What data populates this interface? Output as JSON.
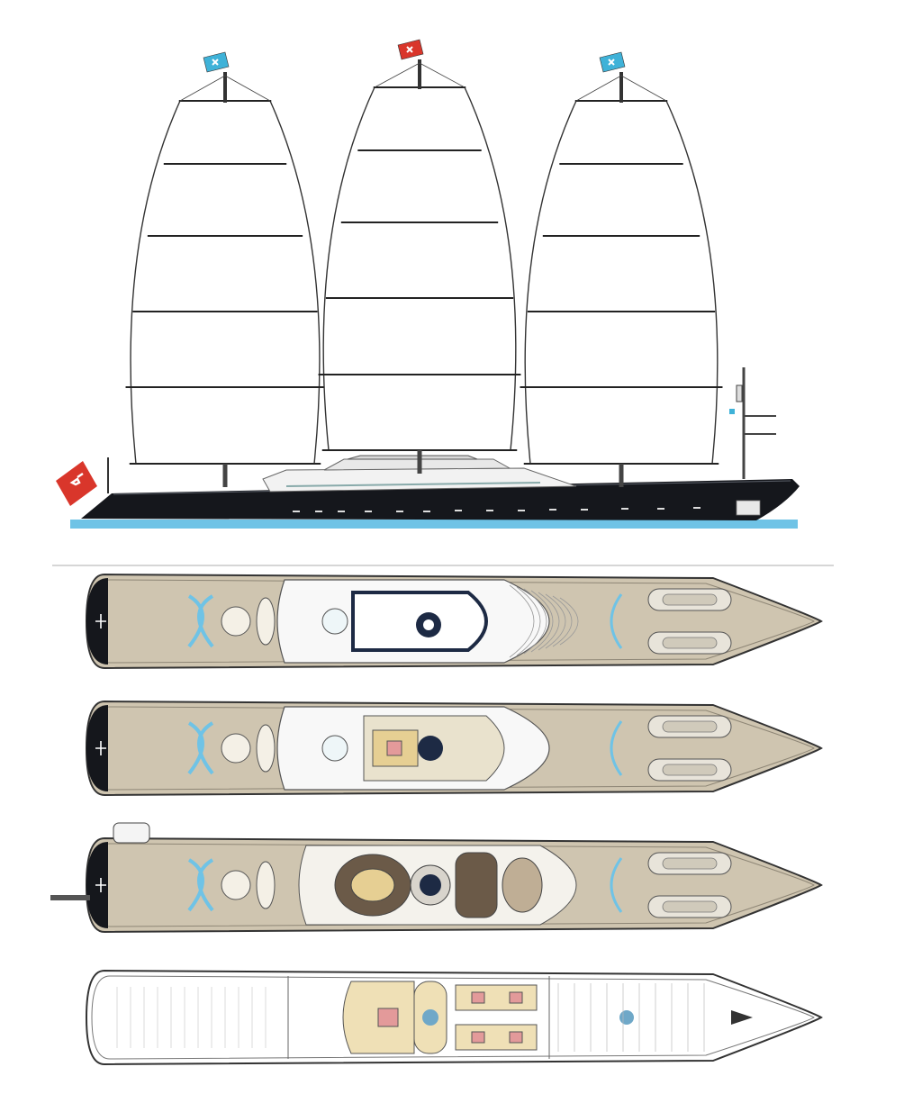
{
  "colors": {
    "background": "#ffffff",
    "hull": "#15171c",
    "waterline": "#6fc3e6",
    "deck_teak": "#cfc5b0",
    "deck_dark": "#6b5a48",
    "upholstery": "#e6cf93",
    "accent_red": "#d9362b",
    "flag_cyan": "#3fb2d8",
    "pool": "#bfe8f1",
    "divider": "#c8c8c8"
  },
  "views": [
    {
      "view": "side-elevation",
      "masts": 3,
      "flags": [
        "stern-ensign",
        "mast-1-flag",
        "mast-2-flag",
        "mast-3-flag"
      ]
    },
    {
      "view": "deck-plan",
      "level": 1,
      "feature": "skylight-dome"
    },
    {
      "view": "deck-plan",
      "level": 2,
      "feature": "sun-deck-lounge"
    },
    {
      "view": "deck-plan",
      "level": 3,
      "feature": "main-deck-saloon"
    },
    {
      "view": "deck-plan",
      "level": 4,
      "feature": "lower-deck-cabins"
    }
  ]
}
